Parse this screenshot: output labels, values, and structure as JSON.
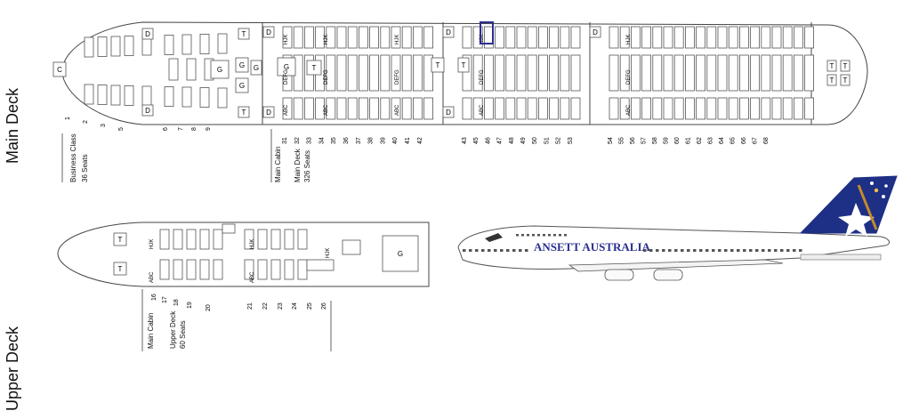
{
  "deck_titles": {
    "main": "Main Deck",
    "upper": "Upper Deck"
  },
  "main_deck": {
    "business_label": "Business Class",
    "business_seats": "36 Seats",
    "main_cabin_label": "Main Cabin",
    "main_deck_label": "Main Deck",
    "main_deck_seats": "326 Seats",
    "business_rows": [
      "1",
      "2",
      "3",
      "5",
      "6",
      "7",
      "8",
      "9"
    ],
    "economy_rows": [
      "31",
      "32",
      "33",
      "34",
      "35",
      "36",
      "37",
      "38",
      "39",
      "40",
      "41",
      "42",
      "43",
      "45",
      "46",
      "47",
      "48",
      "49",
      "50",
      "51",
      "52",
      "53",
      "54",
      "55",
      "56",
      "57",
      "58",
      "59",
      "60",
      "61",
      "62",
      "63",
      "64",
      "65",
      "66",
      "67",
      "68"
    ],
    "block_labels_top": [
      "HJK",
      "HJK",
      "HJK",
      "HJK",
      "HJK"
    ],
    "block_labels_mid": [
      "DEFG",
      "DEFG",
      "DEFG",
      "DEFG",
      "DEFG"
    ],
    "block_labels_bottom": [
      "ABC",
      "ABC",
      "ABC",
      "ABC",
      "ABC"
    ],
    "facility_letters": [
      "C",
      "D",
      "D",
      "G",
      "G",
      "G",
      "G",
      "G",
      "T",
      "T",
      "T",
      "T",
      "T",
      "D",
      "D",
      "D",
      "D",
      "D",
      "T",
      "T",
      "T",
      "T"
    ]
  },
  "upper_deck": {
    "main_cabin_label": "Main Cabin",
    "upper_deck_label": "Upper Deck",
    "upper_deck_seats": "60 Seats",
    "rows": [
      "16",
      "17",
      "18",
      "19",
      "20",
      "21",
      "22",
      "23",
      "24",
      "25",
      "26"
    ],
    "block_labels_top": [
      "HJK",
      "HJK",
      "HJK"
    ],
    "block_labels_bottom": [
      "ABC",
      "ABC"
    ],
    "facility_letters": [
      "T",
      "T",
      "G"
    ]
  },
  "aircraft": {
    "airline_name": "ANSETT AUSTRALIA",
    "colors": {
      "tail": "#1e2f86",
      "star": "#ffffff",
      "logo": "#2a2f8f",
      "highlight": "#2a2f8f"
    }
  }
}
